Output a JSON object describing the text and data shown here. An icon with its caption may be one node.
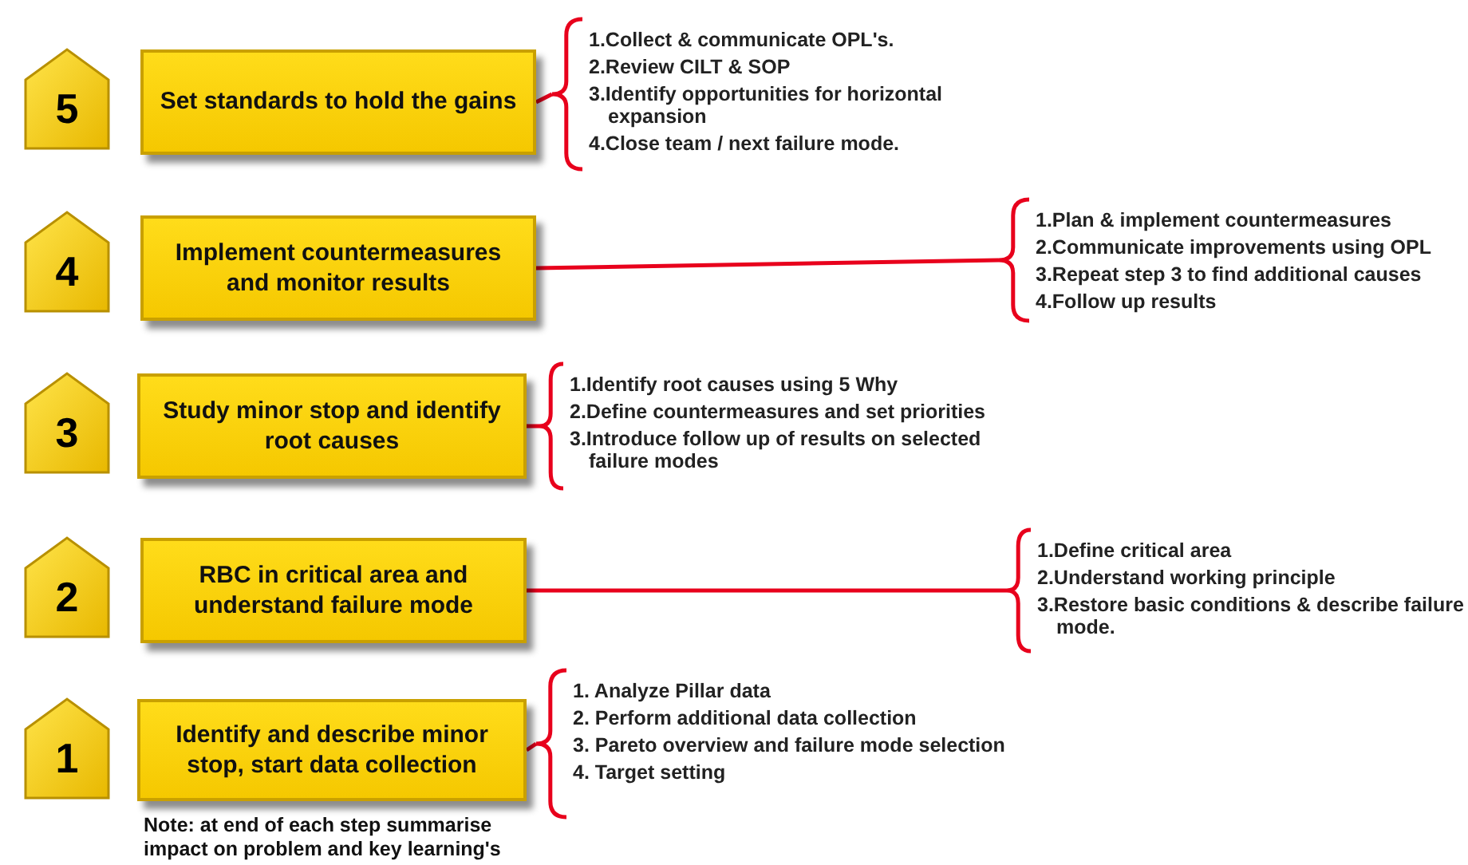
{
  "diagram": {
    "nodes": [
      {
        "text": [
          "5"
        ]
      },
      {
        "text": [
          "Set standards to hold the gains"
        ]
      },
      {
        "text": [
          "1.Collect & communicate OPL's.",
          "2.Review CILT & SOP",
          "3.Identify opportunities for horizontal expansion",
          "4.Close team / next failure mode."
        ]
      },
      {
        "text": [
          "4"
        ]
      },
      {
        "text": [
          "Implement countermeasures and monitor results"
        ]
      },
      {
        "text": [
          "1.Plan & implement countermeasures",
          "2.Communicate improvements using OPL",
          "3.Repeat step 3 to find additional causes",
          "4.Follow up results"
        ]
      },
      {
        "text": [
          "3"
        ]
      },
      {
        "text": [
          "Study minor stop and identify root causes"
        ]
      },
      {
        "text": [
          "1.Identify root causes using 5 Why",
          "2.Define countermeasures and set priorities",
          "3.Introduce follow up of results on selected failure modes"
        ]
      },
      {
        "text": [
          "2"
        ]
      },
      {
        "text": [
          "RBC in critical area and understand failure mode"
        ]
      },
      {
        "text": [
          "1.Define critical area",
          "2.Understand working principle",
          "3.Restore basic conditions & describe failure mode."
        ]
      },
      {
        "text": [
          "1"
        ]
      },
      {
        "text": [
          "Identify and describe minor stop, start data collection"
        ]
      },
      {
        "text": [
          "1. Analyze Pillar data",
          "2. Perform additional data collection",
          "3. Pareto overview and failure mode selection",
          "4. Target setting"
        ]
      }
    ],
    "edges": [
      {
        "from": 1,
        "to": 2,
        "arrow": "none"
      },
      {
        "from": 4,
        "to": 5,
        "arrow": "none"
      },
      {
        "from": 7,
        "to": 8,
        "arrow": "none"
      },
      {
        "from": 10,
        "to": 11,
        "arrow": "none"
      },
      {
        "from": 13,
        "to": 14,
        "arrow": "none"
      }
    ],
    "labels": [
      "Note: at end of each step summarise impact on problem and key learning's"
    ]
  }
}
